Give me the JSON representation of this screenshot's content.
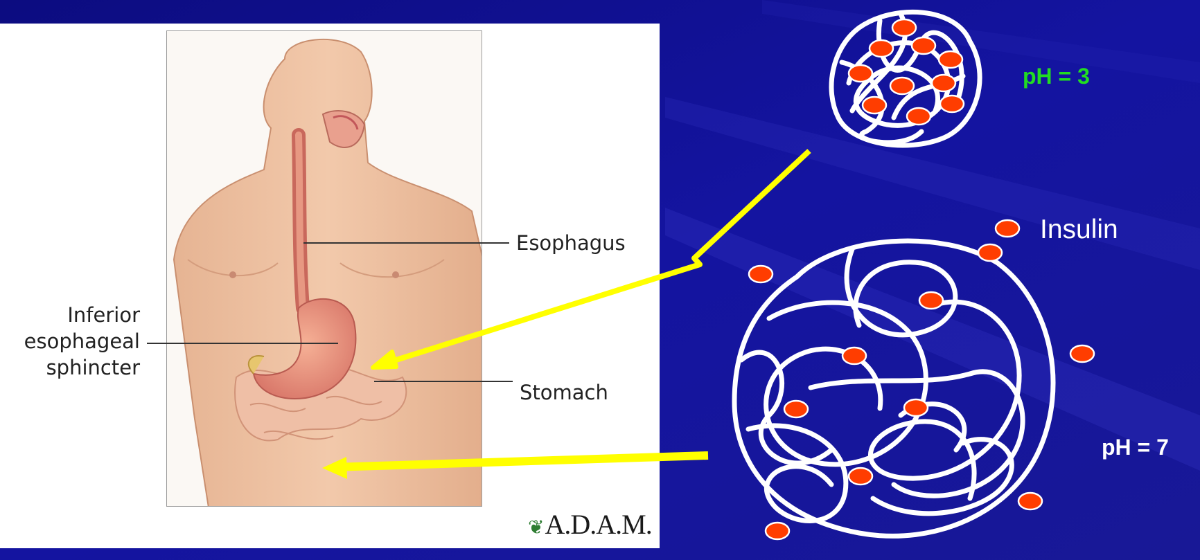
{
  "anatomy": {
    "labels": {
      "esophagus": "Esophagus",
      "stomach": "Stomach",
      "ies_line1": "Inferior",
      "ies_line2": "esophageal",
      "ies_line3": "sphincter"
    },
    "logo_text": "A.D.A.M."
  },
  "ph_acidic": {
    "text": "pH = 3",
    "color": "#22dd22"
  },
  "ph_neutral": {
    "text": "pH = 7",
    "color": "#ffffff"
  },
  "legend": {
    "text": "Insulin",
    "marker_color": "#ff3d00"
  },
  "colors": {
    "background": "#10108a",
    "arrow": "#ffff00",
    "polymer_strand": "#ffffff",
    "insulin_dot": "#ff3d00"
  }
}
